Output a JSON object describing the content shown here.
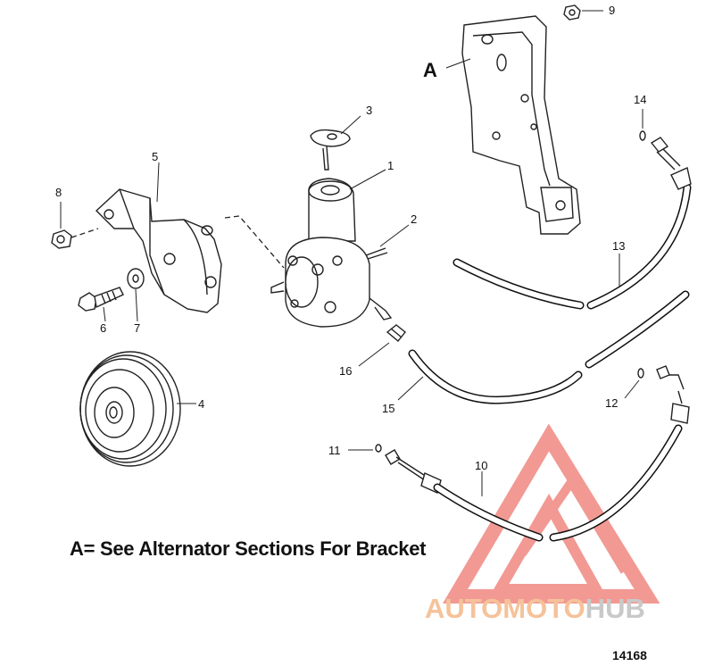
{
  "figure": {
    "note": "A= See Alternator Sections For Bracket",
    "bracket_label": "A",
    "figure_number": "14168"
  },
  "callouts": {
    "c1": "1",
    "c2": "2",
    "c3": "3",
    "c4": "4",
    "c5": "5",
    "c6": "6",
    "c7": "7",
    "c8": "8",
    "c9": "9",
    "c10": "10",
    "c11": "11",
    "c12": "12",
    "c13": "13",
    "c14": "14",
    "c15": "15",
    "c16": "16"
  },
  "watermark": {
    "part1": "AUTOMOTO",
    "part2": "HUB",
    "accent_color": "#e8463c",
    "text_color_1": "#f5c29a",
    "text_color_2": "#c9c9c9"
  }
}
